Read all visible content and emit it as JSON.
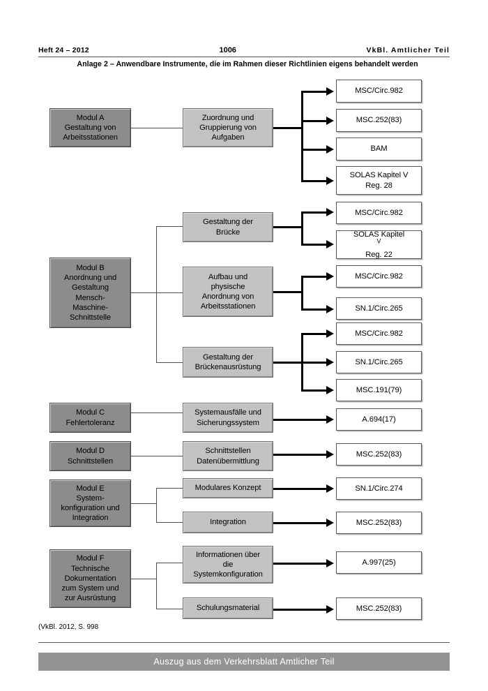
{
  "header": {
    "left": "Heft 24 – 2012",
    "page_number": "1006",
    "right": "VkBl. Amtlicher Teil"
  },
  "title": "Anlage 2 – Anwendbare Instrumente, die im Rahmen dieser Richtlinien eigens behandelt werden",
  "colors": {
    "module_fill": "#8c8c8c",
    "task_fill": "#c2c2c2",
    "instrument_fill": "#ffffff",
    "footer_bar": "#949494",
    "line": "#000000"
  },
  "modules": [
    {
      "id": "a",
      "label": "Modul A\nGestaltung von\nArbeitsstationen"
    },
    {
      "id": "b",
      "label": "Modul B\nAnordnung und\nGestaltung\nMensch-\nMaschine-\nSchnittstelle"
    },
    {
      "id": "c",
      "label": "Modul C\nFehlertoleranz"
    },
    {
      "id": "d",
      "label": "Modul D\nSchnittstellen"
    },
    {
      "id": "e",
      "label": "Modul E\nSystem-\nkonfiguration und\nIntegration"
    },
    {
      "id": "f",
      "label": "Modul F\nTechnische\nDokumentation\nzum System und\nzur Ausrüstung"
    }
  ],
  "tasks": [
    {
      "id": "t1",
      "label": "Zuordnung und\nGruppierung von\nAufgaben"
    },
    {
      "id": "t2",
      "label": "Gestaltung der\nBrücke"
    },
    {
      "id": "t3",
      "label": "Aufbau und\nphysische\nAnordnung von\nArbeitsstationen"
    },
    {
      "id": "t4",
      "label": "Gestaltung der\nBrückenausrüstung"
    },
    {
      "id": "t5",
      "label": "Systemausfälle und\nSicherungssystem"
    },
    {
      "id": "t6",
      "label": "Schnittstellen\nDatenübermittlung"
    },
    {
      "id": "t7",
      "label": "Modulares Konzept"
    },
    {
      "id": "t8",
      "label": "Integration"
    },
    {
      "id": "t9",
      "label": "Informationen über\ndie\nSystemkonfiguration"
    },
    {
      "id": "t10",
      "label": "Schulungsmaterial"
    }
  ],
  "instruments": [
    {
      "id": "i1",
      "label": "MSC/Circ.982"
    },
    {
      "id": "i2",
      "label": "MSC.252(83)"
    },
    {
      "id": "i3",
      "label": "BAM"
    },
    {
      "id": "i4",
      "label": "SOLAS Kapitel V\nReg. 28"
    },
    {
      "id": "i5",
      "label": "MSC/Circ.982"
    },
    {
      "id": "i6",
      "label_pre": "SOLAS Kapitel ",
      "label_sup": "V",
      "label_post": "Reg. 22"
    },
    {
      "id": "i7",
      "label": "MSC/Circ.982"
    },
    {
      "id": "i8",
      "label": "SN.1/Circ.265"
    },
    {
      "id": "i9",
      "label": "MSC/Circ.982"
    },
    {
      "id": "i10",
      "label": "SN.1/Circ.265"
    },
    {
      "id": "i11",
      "label": "MSC.191(79)"
    },
    {
      "id": "i12",
      "label": "A.694(17)"
    },
    {
      "id": "i13",
      "label": "MSC.252(83)"
    },
    {
      "id": "i14",
      "label": "SN.1/Circ.274"
    },
    {
      "id": "i15",
      "label": "MSC.252(83)"
    },
    {
      "id": "i16",
      "label": "A.997(25)"
    },
    {
      "id": "i17",
      "label": "MSC.252(83)"
    }
  ],
  "source_note": "(VkBl. 2012, S. 998",
  "footer": "Auszug aus dem Verkehrsblatt Amtlicher Teil"
}
